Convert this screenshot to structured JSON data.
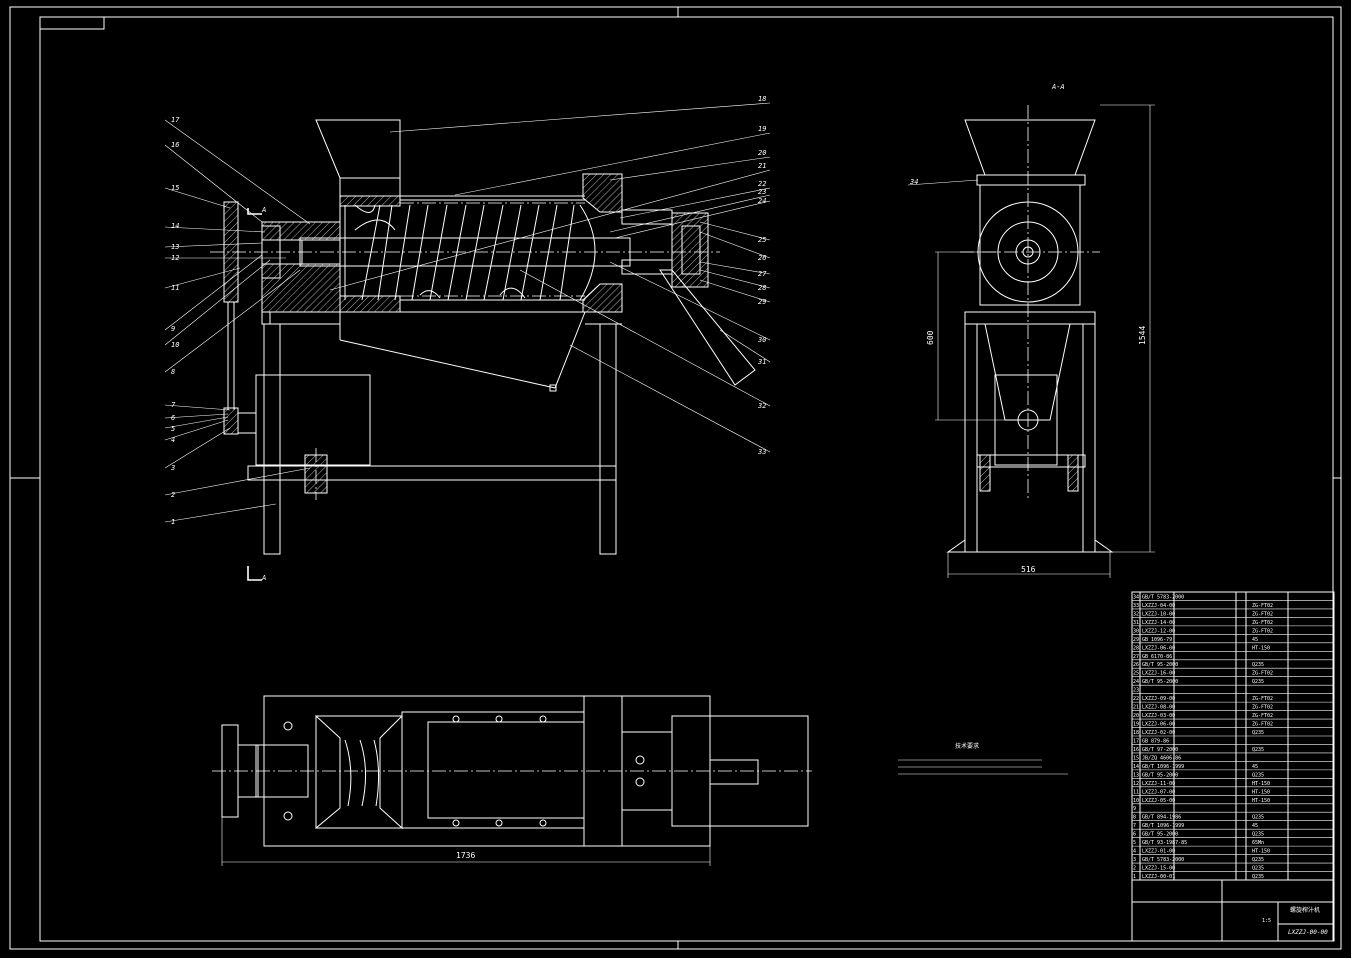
{
  "drawing": {
    "section_label": "A-A",
    "section_marker": "A",
    "dimensions": {
      "overall_height": "1544",
      "shaft_height": "600",
      "base_width": "516",
      "overall_length": "1736"
    },
    "callouts": [
      "1",
      "2",
      "3",
      "4",
      "5",
      "6",
      "7",
      "8",
      "9",
      "10",
      "11",
      "12",
      "13",
      "14",
      "15",
      "16",
      "17",
      "18",
      "19",
      "20",
      "21",
      "22",
      "23",
      "24",
      "25",
      "26",
      "27",
      "28",
      "29",
      "30",
      "31",
      "32",
      "33",
      "34"
    ],
    "tech_requirements_title": "技术要求",
    "title_block": {
      "drawing_name": "螺旋榨汁机",
      "drawing_number": "LXZZJ-00-00",
      "scale": "1:5"
    }
  },
  "parts_table": {
    "rows": [
      {
        "no": "34",
        "code": "GB/T 5783-2000",
        "material": ""
      },
      {
        "no": "33",
        "code": "LXZZJ-04-00",
        "material": "ZG-FT02"
      },
      {
        "no": "32",
        "code": "LXZZJ-10-00",
        "material": "ZG-FT02"
      },
      {
        "no": "31",
        "code": "LXZZJ-14-00",
        "material": "ZG-FT02"
      },
      {
        "no": "30",
        "code": "LXZZJ-12-00",
        "material": "ZG-FT02"
      },
      {
        "no": "29",
        "code": "GB 1096-79",
        "material": "45"
      },
      {
        "no": "28",
        "code": "LXZZJ-06-00",
        "material": "HT-150"
      },
      {
        "no": "27",
        "code": "GB 6170-86",
        "material": ""
      },
      {
        "no": "26",
        "code": "GB/T 95-2000",
        "material": "Q235"
      },
      {
        "no": "25",
        "code": "LXZZJ-16-00",
        "material": "ZG-FT02"
      },
      {
        "no": "24",
        "code": "GB/T 95-2000",
        "material": "Q235"
      },
      {
        "no": "23",
        "code": "",
        "material": ""
      },
      {
        "no": "22",
        "code": "LXZZJ-09-00",
        "material": "ZG-FT02"
      },
      {
        "no": "21",
        "code": "LXZZJ-08-00",
        "material": "ZG-FT02"
      },
      {
        "no": "20",
        "code": "LXZZJ-03-00",
        "material": "ZG-FT02"
      },
      {
        "no": "19",
        "code": "LXZZJ-06-00",
        "material": "ZG-FT02"
      },
      {
        "no": "18",
        "code": "LXZZJ-02-00",
        "material": "Q235"
      },
      {
        "no": "17",
        "code": "GB 879-86",
        "material": ""
      },
      {
        "no": "16",
        "code": "GB/T 97-2000",
        "material": "Q235"
      },
      {
        "no": "15",
        "code": "JB/ZQ 4606-86",
        "material": ""
      },
      {
        "no": "14",
        "code": "GB/T 1096-1999",
        "material": "45"
      },
      {
        "no": "13",
        "code": "GB/T 95-2000",
        "material": "Q235"
      },
      {
        "no": "12",
        "code": "LXZZJ-11-00",
        "material": "HT-150"
      },
      {
        "no": "11",
        "code": "LXZZJ-07-00",
        "material": "HT-150"
      },
      {
        "no": "10",
        "code": "LXZZJ-05-00",
        "material": "HT-150"
      },
      {
        "no": "9",
        "code": "",
        "material": ""
      },
      {
        "no": "8",
        "code": "GB/T 894-1986",
        "material": "Q235"
      },
      {
        "no": "7",
        "code": "GB/T 1096-1999",
        "material": "45"
      },
      {
        "no": "6",
        "code": "GB/T 95-2000",
        "material": "Q235"
      },
      {
        "no": "5",
        "code": "GB/T 93-1987-85",
        "material": "65Mn"
      },
      {
        "no": "4",
        "code": "LXZZJ-01-00",
        "material": "HT-150"
      },
      {
        "no": "3",
        "code": "GB/T 5783-2000",
        "material": "Q235"
      },
      {
        "no": "2",
        "code": "LXZZJ-15-00",
        "material": "Q235"
      },
      {
        "no": "1",
        "code": "LXZZJ-00-01",
        "material": "Q235"
      }
    ]
  }
}
